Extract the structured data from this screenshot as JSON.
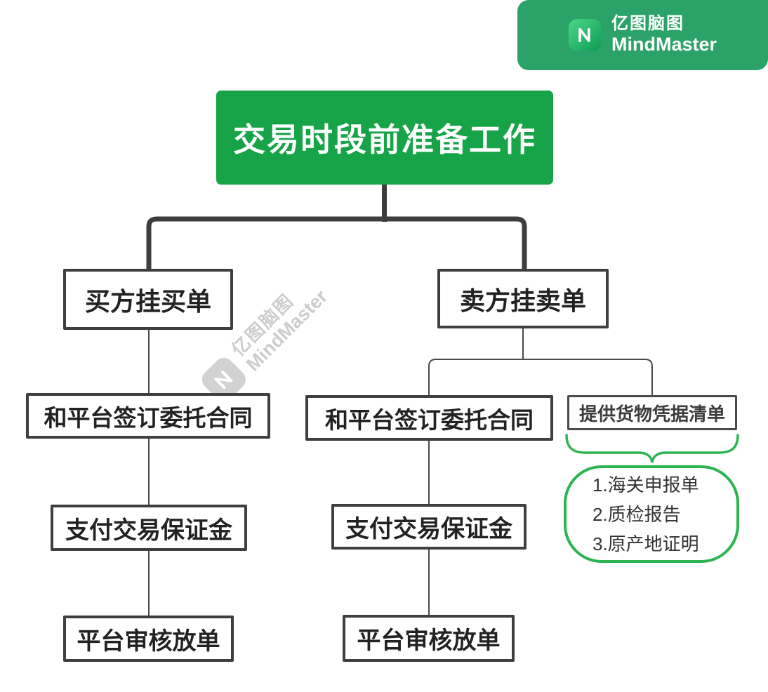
{
  "brand_badge": {
    "logo_cn": "亿图脑图",
    "logo_en": "MindMaster"
  },
  "watermark": {
    "logo_cn": "亿图脑图",
    "logo_en": "MindMaster"
  },
  "nodes": {
    "root": "交易时段前准备工作",
    "buyer": "买方挂买单",
    "seller": "卖方挂卖单",
    "contract_left": "和平台签订委托合同",
    "contract_mid": "和平台签订委托合同",
    "docs": "提供货物凭据清单",
    "deposit_left": "支付交易保证金",
    "deposit_mid": "支付交易保证金",
    "release_left": "平台审核放单",
    "release_mid": "平台审核放单"
  },
  "doc_list": [
    "1.海关申报单",
    "2.质检报告",
    "3.原产地证明"
  ],
  "colors": {
    "root_fill": "#17a347",
    "badge_fill": "#2ba368",
    "accent_green": "#2db452",
    "line_thick": "#3d3d3d",
    "line_thin": "#4a4a4a",
    "node_border": "#3f3f3f"
  }
}
